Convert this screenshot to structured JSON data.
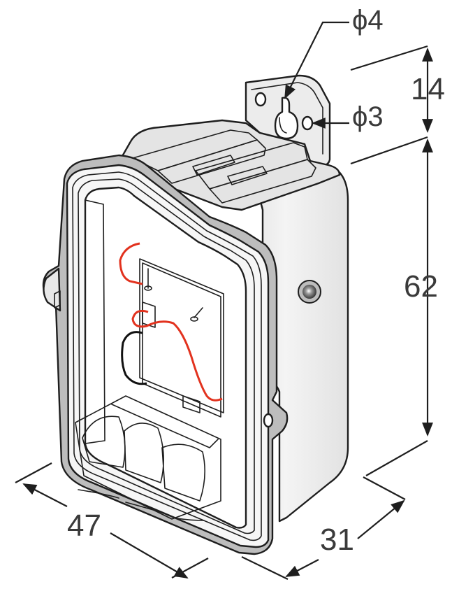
{
  "figure": {
    "dimensions": {
      "height_upper": "14",
      "height_main": "62",
      "width": "47",
      "depth": "31",
      "hole_large": "ϕ4",
      "hole_small": "ϕ3"
    },
    "colors": {
      "body": "#ececec",
      "body_shade": "#d2d2d2",
      "face": "#f7f7f7",
      "gasket": "#bdbdbd",
      "wire_red": "#e2321e",
      "wire_black": "#111111",
      "line": "#1e1e1e",
      "text": "#3a3a3a"
    }
  }
}
